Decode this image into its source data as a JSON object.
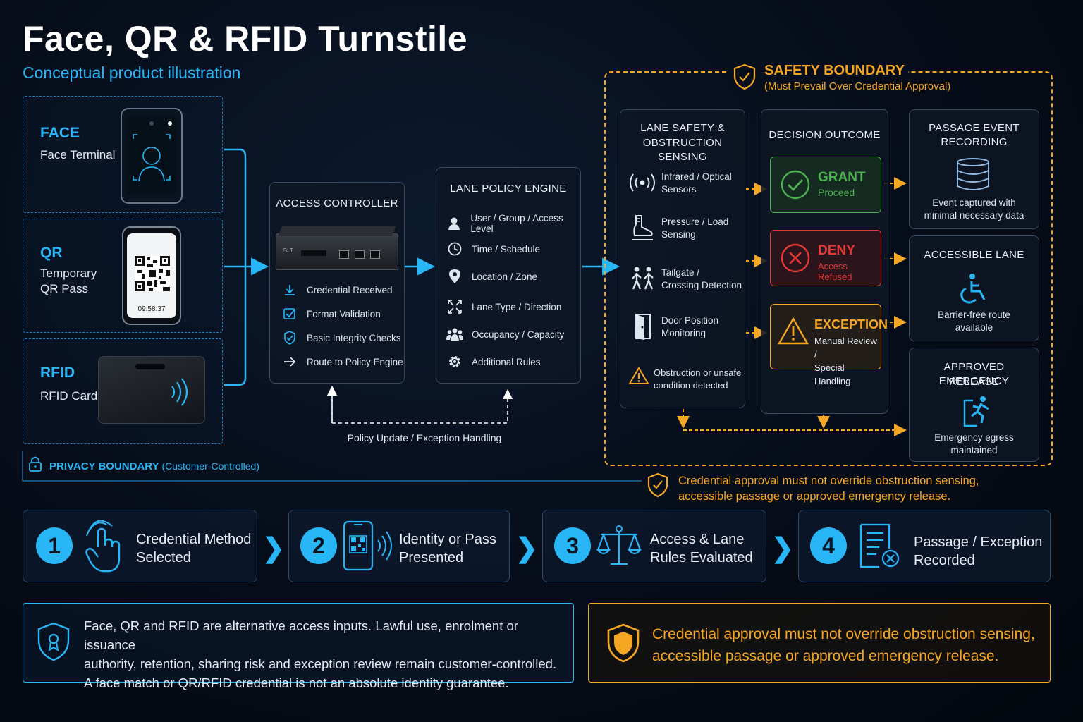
{
  "header": {
    "title": "Face, QR & RFID Turnstile",
    "subtitle": "Conceptual product illustration"
  },
  "credentials": [
    {
      "name": "FACE",
      "desc": "Face Terminal"
    },
    {
      "name": "QR",
      "desc_line1": "Temporary",
      "desc_line2": "QR Pass",
      "phone_time": "09:58:37"
    },
    {
      "name": "RFID",
      "desc": "RFID Card"
    }
  ],
  "privacy_boundary": {
    "label": "PRIVACY BOUNDARY",
    "note": "(Customer-Controlled)"
  },
  "access_controller": {
    "title": "ACCESS CONTROLLER",
    "device_label": "GLT",
    "items": [
      "Credential Received",
      "Format Validation",
      "Basic Integrity Checks",
      "Route to Policy Engine"
    ],
    "icons": [
      "download-icon",
      "check-square-icon",
      "shield-check-icon",
      "arrow-right-icon"
    ]
  },
  "policy_engine": {
    "title": "LANE POLICY ENGINE",
    "items": [
      "User / Group / Access Level",
      "Time / Schedule",
      "Location / Zone",
      "Lane Type / Direction",
      "Occupancy / Capacity",
      "Additional Rules"
    ],
    "icons": [
      "user-icon",
      "clock-icon",
      "location-pin-icon",
      "direction-arrows-icon",
      "group-icon",
      "gear-icon"
    ]
  },
  "feedback_label": "Policy Update / Exception Handling",
  "safety_boundary": {
    "title": "SAFETY BOUNDARY",
    "subtitle": "(Must Prevail Over Credential Approval)"
  },
  "lane_safety": {
    "title_line1": "LANE SAFETY &",
    "title_line2": "OBSTRUCTION SENSING",
    "items": [
      {
        "l1": "Infrared / Optical",
        "l2": "Sensors"
      },
      {
        "l1": "Pressure / Load",
        "l2": "Sensing"
      },
      {
        "l1": "Tailgate /",
        "l2": "Crossing Detection"
      },
      {
        "l1": "Door Position",
        "l2": "Monitoring"
      }
    ],
    "warning_l1": "Obstruction or unsafe",
    "warning_l2": "condition detected"
  },
  "decision": {
    "title": "DECISION OUTCOME",
    "grant": {
      "label": "GRANT",
      "sub": "Proceed"
    },
    "deny": {
      "label": "DENY",
      "sub": "Access Refused"
    },
    "exception": {
      "label": "EXCEPTION",
      "sub_l1": "Manual Review /",
      "sub_l2": "Special Handling"
    }
  },
  "passage": {
    "title_l1": "PASSAGE EVENT",
    "title_l2": "RECORDING",
    "desc_l1": "Event captured with",
    "desc_l2": "minimal necessary data"
  },
  "accessible": {
    "title": "ACCESSIBLE LANE",
    "desc_l1": "Barrier-free route",
    "desc_l2": "available"
  },
  "emergency": {
    "title_l1": "APPROVED EMERGENCY",
    "title_l2": "RELEASE",
    "desc_l1": "Emergency egress",
    "desc_l2": "maintained"
  },
  "safety_note": {
    "l1": "Credential approval must not override obstruction sensing,",
    "l2": "accessible passage or approved emergency release."
  },
  "steps": [
    {
      "num": "1",
      "l1": "Credential Method",
      "l2": "Selected"
    },
    {
      "num": "2",
      "l1": "Identity or Pass",
      "l2": "Presented"
    },
    {
      "num": "3",
      "l1": "Access & Lane",
      "l2": "Rules Evaluated"
    },
    {
      "num": "4",
      "l1": "Passage / Exception",
      "l2": "Recorded"
    }
  ],
  "bottom_left": {
    "l1": "Face, QR and RFID are alternative access inputs. Lawful use, enrolment or issuance",
    "l2": "authority, retention, sharing risk and exception review remain customer-controlled.",
    "l3": "A face match or QR/RFID credential is not an absolute identity guarantee."
  },
  "bottom_right": {
    "l1": "Credential approval must not override obstruction sensing,",
    "l2": "accessible passage or approved emergency release."
  },
  "colors": {
    "accent": "#29b6f6",
    "safety": "#f5a623",
    "grant": "#4caf50",
    "deny": "#e53935"
  }
}
